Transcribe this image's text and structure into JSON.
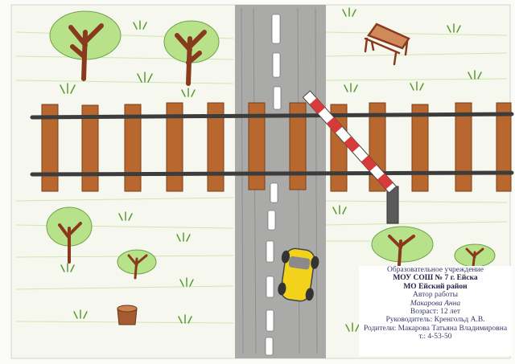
{
  "label": {
    "institution_type": "Образовательное учреждение",
    "school": "МОУ СОШ № 7 г. Ейска",
    "district": "МО Ейский район",
    "author_caption": "Автор работы",
    "author_name": "Макарова Анна",
    "age": "Возраст: 12 лет",
    "supervisor": "Руководитель: Кренгольд А.В.",
    "parents": "Родители: Макарова Татьяна Владимировна",
    "phone": "т.: 4-53-50"
  },
  "colors": {
    "grass": "#b9e07a",
    "road": "#8f8f8f",
    "sleeper": "#b5652e",
    "rail": "#444444",
    "car": "#f2d21b",
    "barrier_red": "#d83a3a",
    "tree_foliage": "#b8e28a",
    "tree_trunk": "#8a3a1c"
  },
  "icons": [
    "tree-icon",
    "bench-icon",
    "car-icon",
    "barrier-icon",
    "stump-icon",
    "grass-tuft-icon"
  ]
}
